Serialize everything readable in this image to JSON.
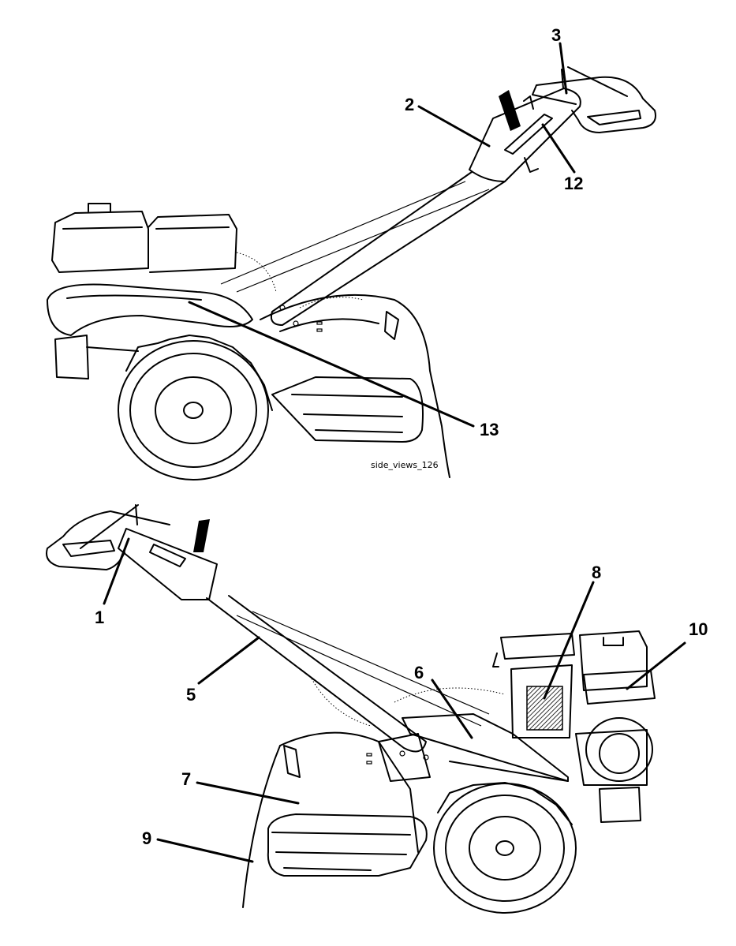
{
  "figure": {
    "reference_label": "side_views_126",
    "callouts": [
      {
        "id": "c1",
        "text": "1"
      },
      {
        "id": "c2",
        "text": "2"
      },
      {
        "id": "c3",
        "text": "3"
      },
      {
        "id": "c5",
        "text": "5"
      },
      {
        "id": "c6",
        "text": "6"
      },
      {
        "id": "c7",
        "text": "7"
      },
      {
        "id": "c8",
        "text": "8"
      },
      {
        "id": "c9",
        "text": "9"
      },
      {
        "id": "c10",
        "text": "10"
      },
      {
        "id": "c12",
        "text": "12"
      },
      {
        "id": "c13",
        "text": "13"
      }
    ]
  },
  "colors": {
    "ink": "#000000",
    "paper": "#ffffff"
  }
}
